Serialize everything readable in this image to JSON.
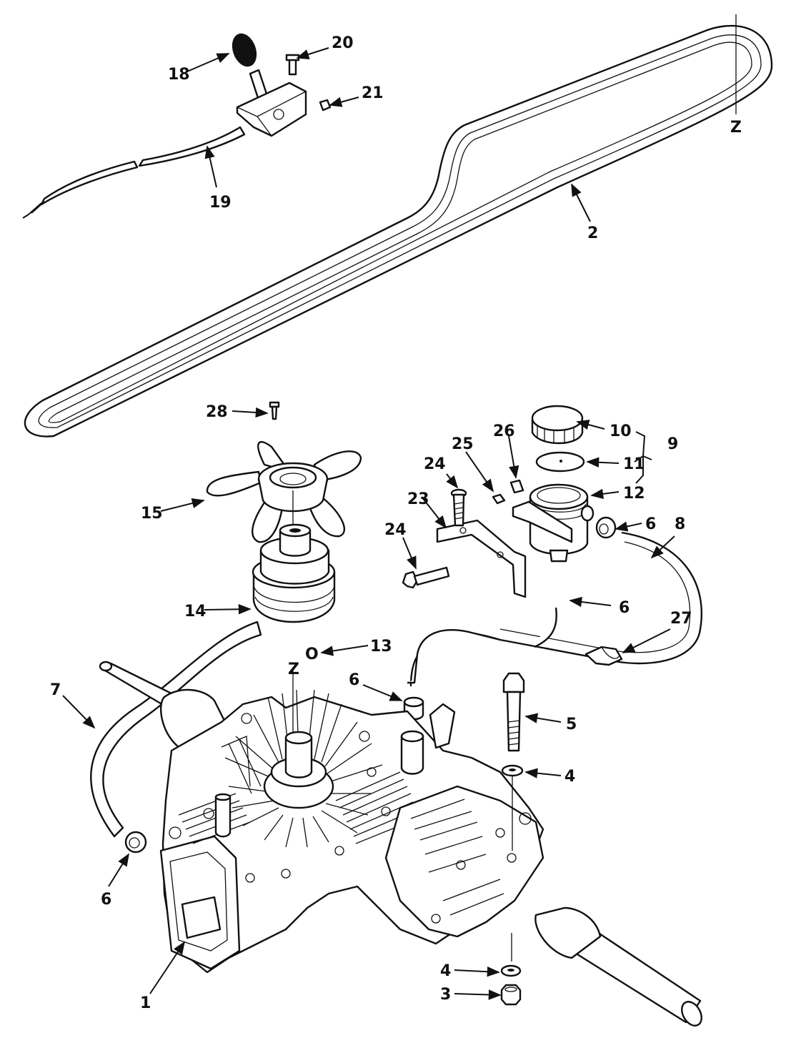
{
  "diagram": {
    "callouts": [
      {
        "id": "c1",
        "text": "1"
      },
      {
        "id": "c2",
        "text": "2"
      },
      {
        "id": "c3",
        "text": "3"
      },
      {
        "id": "c4a",
        "text": "4"
      },
      {
        "id": "c4b",
        "text": "4"
      },
      {
        "id": "c5",
        "text": "5"
      },
      {
        "id": "c6a",
        "text": "6"
      },
      {
        "id": "c6b",
        "text": "6"
      },
      {
        "id": "c6c",
        "text": "6"
      },
      {
        "id": "c6d",
        "text": "6"
      },
      {
        "id": "c7",
        "text": "7"
      },
      {
        "id": "c8",
        "text": "8"
      },
      {
        "id": "c9",
        "text": "9"
      },
      {
        "id": "c10",
        "text": "10"
      },
      {
        "id": "c11",
        "text": "11"
      },
      {
        "id": "c12",
        "text": "12"
      },
      {
        "id": "c13",
        "text": "13"
      },
      {
        "id": "c13o",
        "text": "O"
      },
      {
        "id": "c14",
        "text": "14"
      },
      {
        "id": "c15",
        "text": "15"
      },
      {
        "id": "c18",
        "text": "18"
      },
      {
        "id": "c19",
        "text": "19"
      },
      {
        "id": "c20",
        "text": "20"
      },
      {
        "id": "c21",
        "text": "21"
      },
      {
        "id": "c23",
        "text": "23"
      },
      {
        "id": "c24a",
        "text": "24"
      },
      {
        "id": "c24b",
        "text": "24"
      },
      {
        "id": "c25",
        "text": "25"
      },
      {
        "id": "c26",
        "text": "26"
      },
      {
        "id": "c27",
        "text": "27"
      },
      {
        "id": "c28",
        "text": "28"
      },
      {
        "id": "z1",
        "text": "Z"
      },
      {
        "id": "z2",
        "text": "Z"
      }
    ]
  }
}
